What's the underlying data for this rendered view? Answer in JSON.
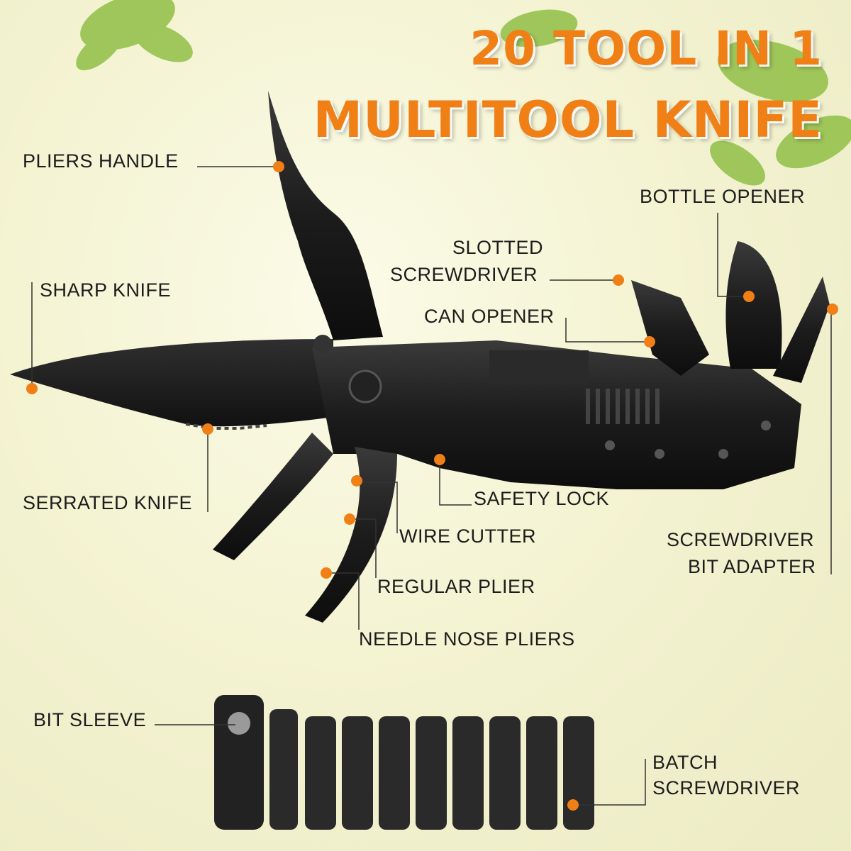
{
  "title": {
    "line1": "20 TOOL IN 1",
    "line2": "MULTITOOL KNIFE"
  },
  "accent_color": "#f07f16",
  "labels": {
    "pliers_handle": "PLIERS  HANDLE",
    "bottle_opener": "BOTTLE OPENER",
    "slotted_line1": "SLOTTED",
    "slotted_line2": "SCREWDRIVER",
    "sharp_knife": "SHARP KNIFE",
    "can_opener": "CAN OPENER",
    "serrated_knife": "SERRATED KNIFE",
    "safety_lock": "SAFETY LOCK",
    "wire_cutter": "WIRE CUTTER",
    "bit_adapter_line1": "SCREWDRIVER",
    "bit_adapter_line2": "BIT ADAPTER",
    "regular_plier": "REGULAR PLIER",
    "needle_nose_pliers": "NEEDLE NOSE PLIERS",
    "bit_sleeve": "BIT SLEEVE",
    "batch_line1": "BATCH",
    "batch_line2": "SCREWDRIVER"
  }
}
